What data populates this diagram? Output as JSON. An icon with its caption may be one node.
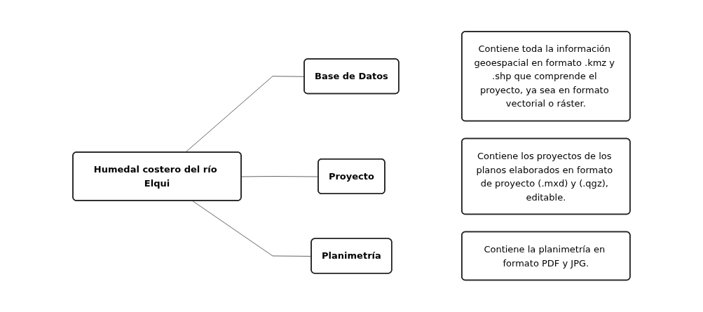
{
  "diagram": {
    "nodes": [
      {
        "text": [
          "Humedal costero del río Elqui"
        ]
      },
      {
        "text": [
          "Base de Datos"
        ]
      },
      {
        "text": [
          "Contiene toda la información geoespacial en formato .kmz y .shp que comprende el proyecto, ya sea en formato vectorial o ráster."
        ]
      },
      {
        "text": [
          "Proyecto"
        ]
      },
      {
        "text": [
          "Contiene los proyectos de los planos elaborados en formato de proyecto (.mxd) y (.qgz), editable."
        ]
      },
      {
        "text": [
          "Planimetría"
        ]
      },
      {
        "text": [
          "Contiene la planimetría en formato PDF y JPG."
        ]
      }
    ],
    "edges": [
      {
        "from": 0,
        "to": 1,
        "arrow": "none"
      },
      {
        "from": 0,
        "to": 3,
        "arrow": "none"
      },
      {
        "from": 0,
        "to": 5,
        "arrow": "none"
      }
    ]
  }
}
